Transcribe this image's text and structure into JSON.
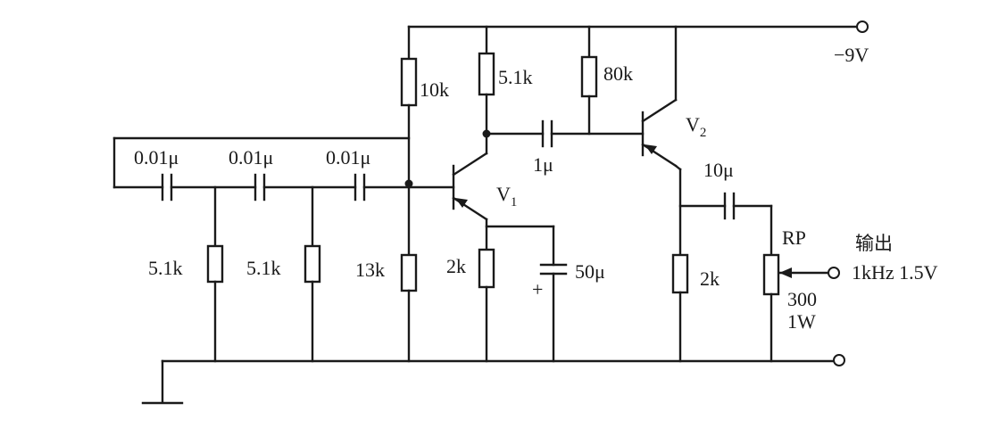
{
  "supply": {
    "voltage": "−9V"
  },
  "phase_shift_network": {
    "capacitors": [
      "0.01μ",
      "0.01μ",
      "0.01μ"
    ],
    "resistors": [
      "5.1k",
      "5.1k"
    ]
  },
  "stage1": {
    "transistor": "V",
    "transistor_sub": "1",
    "r_bias_top": "10k",
    "r_bias_bottom": "13k",
    "r_collector": "5.1k",
    "r_emitter": "2k",
    "c_emitter": "50μ",
    "c_emitter_polarity": "+"
  },
  "coupling": {
    "capacitor": "1μ"
  },
  "stage2": {
    "transistor": "V",
    "transistor_sub": "2",
    "r_base": "80k",
    "r_emitter": "2k",
    "c_output": "10μ"
  },
  "output": {
    "pot_name": "RP",
    "pot_value": "300",
    "pot_power": "1W",
    "label": "输出",
    "spec": "1kHz 1.5V"
  }
}
